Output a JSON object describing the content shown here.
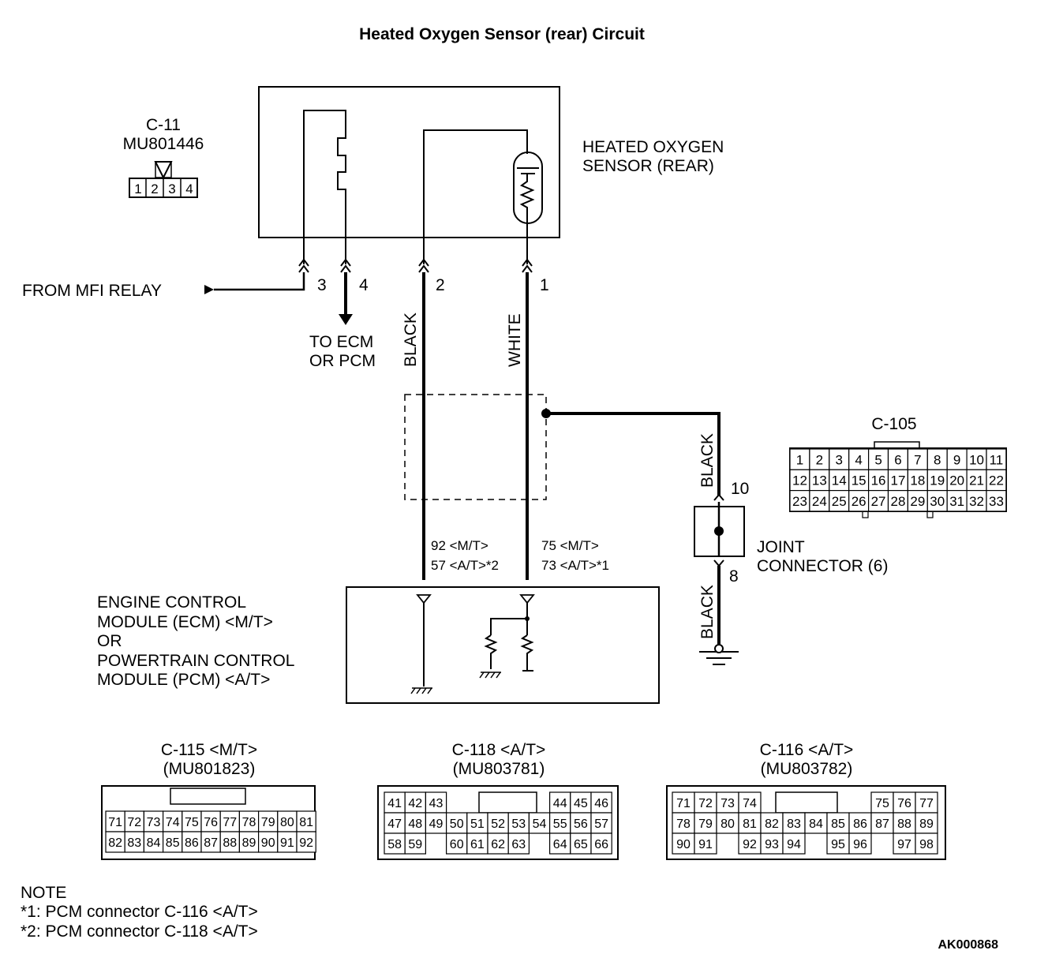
{
  "title": "Heated Oxygen Sensor (rear) Circuit",
  "sensor": {
    "label_line1": "HEATED OXYGEN",
    "label_line2": "SENSOR (REAR)",
    "connector_id": "C-11",
    "part_no": "MU801446",
    "pins": [
      "1",
      "2",
      "3",
      "4"
    ]
  },
  "pins": {
    "p3": "3",
    "p4": "4",
    "p2": "2",
    "p1": "1",
    "p10": "10",
    "p8": "8"
  },
  "wires": {
    "black": "BLACK",
    "white": "WHITE"
  },
  "labels": {
    "from_mfi_relay": "FROM MFI RELAY",
    "to_ecm_1": "TO ECM",
    "to_ecm_2": "OR PCM",
    "ecm_pin_mt_a": "92 <M/T>",
    "ecm_pin_at_a": "57 <A/T>*2",
    "ecm_pin_mt_b": "75 <M/T>",
    "ecm_pin_at_b": "73 <A/T>*1",
    "ecm_line1": "ENGINE CONTROL",
    "ecm_line2": "MODULE (ECM) <M/T>",
    "ecm_line3": "OR",
    "ecm_line4": "POWERTRAIN CONTROL",
    "ecm_line5": "MODULE (PCM) <A/T>",
    "joint_line1": "JOINT",
    "joint_line2": "CONNECTOR (6)"
  },
  "c105": {
    "id": "C-105",
    "rows": [
      [
        "1",
        "2",
        "3",
        "4",
        "5",
        "6",
        "7",
        "8",
        "9",
        "10",
        "11"
      ],
      [
        "12",
        "13",
        "14",
        "15",
        "16",
        "17",
        "18",
        "19",
        "20",
        "21",
        "22"
      ],
      [
        "23",
        "24",
        "25",
        "26",
        "27",
        "28",
        "29",
        "30",
        "31",
        "32",
        "33"
      ]
    ]
  },
  "c115": {
    "id": "C-115 <M/T>",
    "part": "(MU801823)",
    "rows": [
      [
        "71",
        "72",
        "73",
        "74",
        "75",
        "76",
        "77",
        "78",
        "79",
        "80",
        "81"
      ],
      [
        "82",
        "83",
        "84",
        "85",
        "86",
        "87",
        "88",
        "89",
        "90",
        "91",
        "92"
      ]
    ]
  },
  "c118": {
    "id": "C-118 <A/T>",
    "part": "(MU803781)",
    "rows": [
      [
        "41",
        "42",
        "43",
        "",
        "",
        "",
        "",
        "",
        "44",
        "45",
        "46"
      ],
      [
        "47",
        "48",
        "49",
        "50",
        "51",
        "52",
        "53",
        "54",
        "55",
        "56",
        "57"
      ],
      [
        "58",
        "59",
        "",
        "60",
        "61",
        "62",
        "63",
        "",
        "64",
        "65",
        "66"
      ]
    ]
  },
  "c116": {
    "id": "C-116 <A/T>",
    "part": "(MU803782)",
    "rows": [
      [
        "71",
        "72",
        "73",
        "74",
        "",
        "",
        "",
        "",
        "",
        "75",
        "76",
        "77"
      ],
      [
        "78",
        "79",
        "80",
        "81",
        "82",
        "83",
        "84",
        "85",
        "86",
        "87",
        "88",
        "89"
      ],
      [
        "90",
        "91",
        "",
        "92",
        "93",
        "94",
        "",
        "95",
        "96",
        "",
        "97",
        "98"
      ]
    ]
  },
  "note": {
    "title": "NOTE",
    "line1": "*1: PCM connector C-116 <A/T>",
    "line2": "*2: PCM connector C-118 <A/T>"
  },
  "code": "AK000868"
}
